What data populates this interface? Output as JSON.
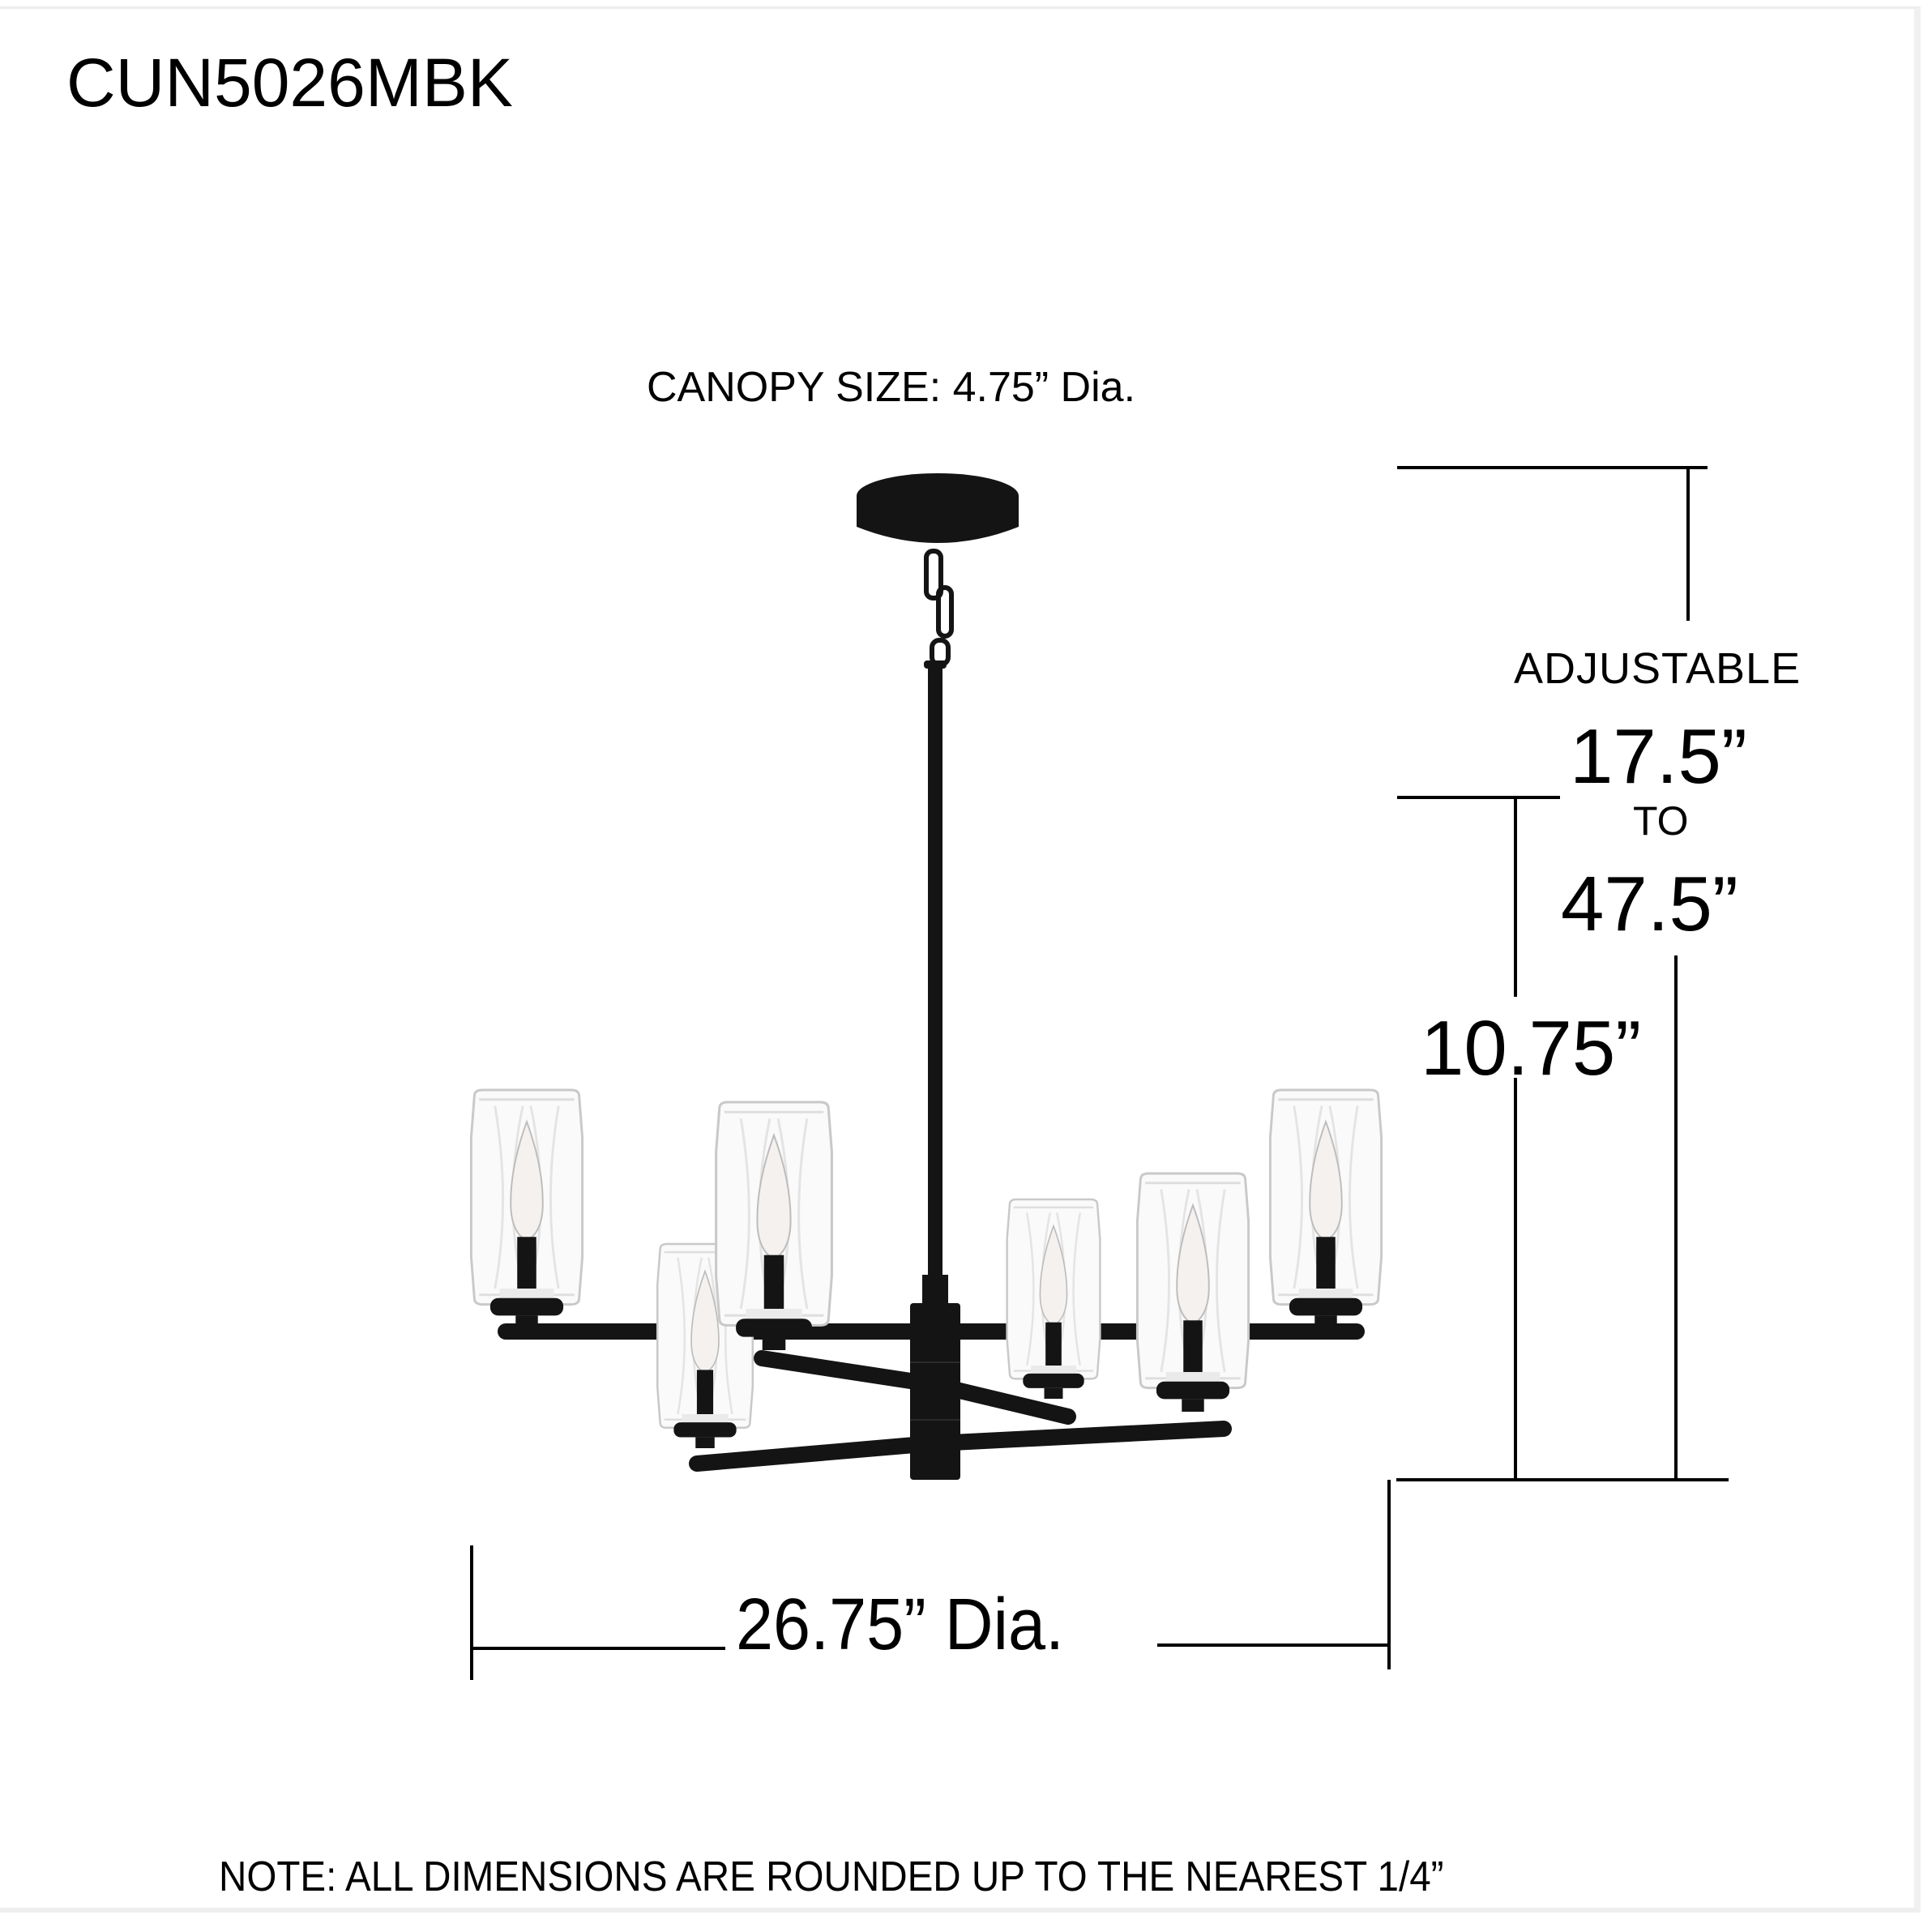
{
  "header": {
    "model_number": "CUN5026MBK"
  },
  "labels": {
    "canopy_size": "CANOPY SIZE: 4.75” Dia.",
    "adjustable": "ADJUSTABLE",
    "overall_height_min": "17.5”",
    "to": "TO",
    "overall_height_max": "47.5”",
    "body_height": "10.75”",
    "diameter": "26.75” Dia.",
    "note": "NOTE: ALL DIMENSIONS ARE ROUNDED UP TO THE NEAREST 1/4”"
  },
  "fixture": {
    "finish_color": "#141414",
    "glass_outline_color": "#c8c8c8",
    "light_count": 6
  }
}
